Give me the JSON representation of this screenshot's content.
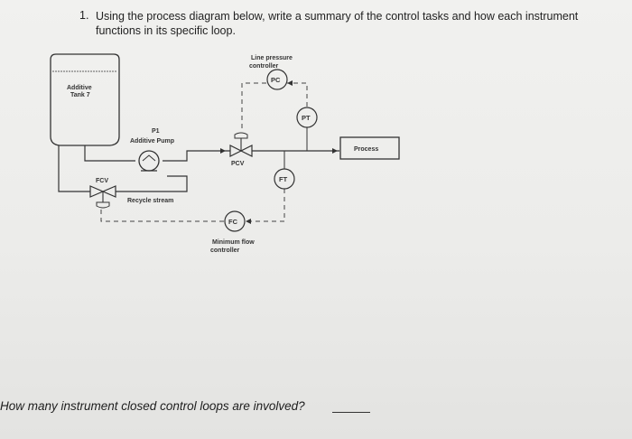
{
  "question": {
    "number": "1.",
    "text": "Using the process diagram below, write a summary of the control tasks and how each instrument functions in its specific loop."
  },
  "diagram": {
    "tank_label_1": "Additive",
    "tank_label_2": "Tank 7",
    "pump_tag": "P1",
    "pump_label": "Additive Pump",
    "fcv_label": "FCV",
    "recycle_label": "Recycle stream",
    "pcv_label": "PCV",
    "pc_tag": "PC",
    "pc_label_1": "Line pressure",
    "pc_label_2": "controller",
    "pt_tag": "PT",
    "ft_tag": "FT",
    "fc_tag": "FC",
    "fc_label_1": "Minimum flow",
    "fc_label_2": "controller",
    "process_label": "Process"
  },
  "bottom_question": "How many instrument closed control loops are involved?"
}
